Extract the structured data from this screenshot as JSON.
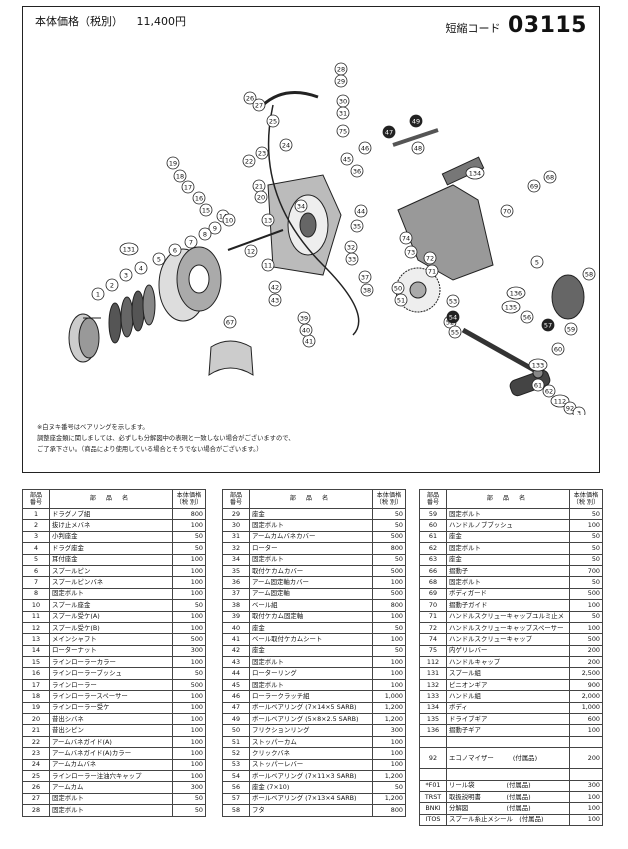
{
  "header": {
    "price_label": "本体価格（税別）",
    "price_value": "11,400円",
    "code_label": "短縮コード",
    "code_value": "03115"
  },
  "notes": [
    "※白ヌキ番号はベアリングを示します。",
    "調整座金類に関しましては、必ずしも分解図中の表現と一致しない場合がございますので、",
    "ご了承下さい。（商品により使用している場合とそうでない場合がございます。）"
  ],
  "table_headers": {
    "no": [
      "部",
      "品",
      "番",
      "号"
    ],
    "name": "部 品 名",
    "price": [
      "本体価格",
      "（税 別）"
    ]
  },
  "diagram_labels": [
    "28",
    "29",
    "26",
    "27",
    "30",
    "31",
    "25",
    "75",
    "24",
    "23",
    "22",
    "47",
    "49",
    "48",
    "46",
    "45",
    "36",
    "34",
    "19",
    "18",
    "17",
    "16",
    "15",
    "21",
    "20",
    "14",
    "13",
    "10",
    "12",
    "11",
    "9",
    "8",
    "7",
    "6",
    "5",
    "4",
    "3",
    "2",
    "1",
    "131",
    "43",
    "42",
    "41",
    "40",
    "39",
    "38",
    "37",
    "33",
    "32",
    "35",
    "44",
    "69",
    "68",
    "70",
    "134",
    "74",
    "73",
    "72",
    "71",
    "50",
    "51",
    "53",
    "52",
    "54",
    "55",
    "135",
    "136",
    "5",
    "59",
    "58",
    "57",
    "56",
    "133",
    "60",
    "61",
    "62",
    "112",
    "92",
    "3",
    "67"
  ],
  "parts_col1": [
    {
      "no": "1",
      "name": "ドラグノブ組",
      "price": "800"
    },
    {
      "no": "2",
      "name": "抜け止メバネ",
      "price": "100"
    },
    {
      "no": "3",
      "name": "小判座金",
      "price": "50"
    },
    {
      "no": "4",
      "name": "ドラグ座金",
      "price": "50"
    },
    {
      "no": "5",
      "name": "耳付座金",
      "price": "100"
    },
    {
      "no": "6",
      "name": "スプールピン",
      "price": "100"
    },
    {
      "no": "7",
      "name": "スプールピンバネ",
      "price": "100"
    },
    {
      "no": "8",
      "name": "固定ボルト",
      "price": "100"
    },
    {
      "no": "10",
      "name": "スプール座金",
      "price": "50"
    },
    {
      "no": "11",
      "name": "スプール受ケ(A)",
      "price": "100"
    },
    {
      "no": "12",
      "name": "スプール受ケ(B)",
      "price": "100"
    },
    {
      "no": "13",
      "name": "メインシャフト",
      "price": "500"
    },
    {
      "no": "14",
      "name": "ローターナット",
      "price": "300"
    },
    {
      "no": "15",
      "name": "ラインローラーカラー",
      "price": "100"
    },
    {
      "no": "16",
      "name": "ラインローラーブッシュ",
      "price": "50"
    },
    {
      "no": "17",
      "name": "ラインローラー",
      "price": "500"
    },
    {
      "no": "18",
      "name": "ラインローラースペーサー",
      "price": "100"
    },
    {
      "no": "19",
      "name": "ラインローラー受ケ",
      "price": "100"
    },
    {
      "no": "20",
      "name": "昔出シバネ",
      "price": "100"
    },
    {
      "no": "21",
      "name": "昔出シピン",
      "price": "100"
    },
    {
      "no": "22",
      "name": "アームバネガイド(A)",
      "price": "100"
    },
    {
      "no": "23",
      "name": "アームバネガイド(A)カラー",
      "price": "100"
    },
    {
      "no": "24",
      "name": "アームカムバネ",
      "price": "100"
    },
    {
      "no": "25",
      "name": "ラインローラー注油穴キャップ",
      "price": "100"
    },
    {
      "no": "26",
      "name": "アームカム",
      "price": "300"
    },
    {
      "no": "27",
      "name": "固定ボルト",
      "price": "50"
    },
    {
      "no": "28",
      "name": "固定ボルト",
      "price": "50"
    }
  ],
  "parts_col2": [
    {
      "no": "29",
      "name": "座金",
      "price": "50"
    },
    {
      "no": "30",
      "name": "固定ボルト",
      "price": "50"
    },
    {
      "no": "31",
      "name": "アームカムバネカバー",
      "price": "500"
    },
    {
      "no": "32",
      "name": "ローター",
      "price": "800"
    },
    {
      "no": "34",
      "name": "固定ボルト",
      "price": "50"
    },
    {
      "no": "35",
      "name": "取付ケカムカバー",
      "price": "500"
    },
    {
      "no": "36",
      "name": "アーム固定軸カバー",
      "price": "100"
    },
    {
      "no": "37",
      "name": "アーム固定軸",
      "price": "500"
    },
    {
      "no": "38",
      "name": "ベール組",
      "price": "800"
    },
    {
      "no": "39",
      "name": "取付ケカム固定軸",
      "price": "100"
    },
    {
      "no": "40",
      "name": "座金",
      "price": "50"
    },
    {
      "no": "41",
      "name": "ベール取付ケカムシート",
      "price": "100"
    },
    {
      "no": "42",
      "name": "座金",
      "price": "50"
    },
    {
      "no": "43",
      "name": "固定ボルト",
      "price": "100"
    },
    {
      "no": "44",
      "name": "ローターリング",
      "price": "100"
    },
    {
      "no": "45",
      "name": "固定ボルト",
      "price": "100"
    },
    {
      "no": "46",
      "name": "ローラークラッチ組",
      "price": "1,000"
    },
    {
      "no": "47",
      "name": "ボールベアリング (7×14×5 SARB)",
      "price": "1,200"
    },
    {
      "no": "49",
      "name": "ボールベアリング (5×8×2.5 SARB)",
      "price": "1,200"
    },
    {
      "no": "50",
      "name": "フリクションリング",
      "price": "300"
    },
    {
      "no": "51",
      "name": "ストッパーカム",
      "price": "100"
    },
    {
      "no": "52",
      "name": "クリックバネ",
      "price": "100"
    },
    {
      "no": "53",
      "name": "ストッパーレバー",
      "price": "100"
    },
    {
      "no": "54",
      "name": "ボールベアリング (7×11×3 SARB)",
      "price": "1,200"
    },
    {
      "no": "56",
      "name": "座金 (7×10)",
      "price": "50"
    },
    {
      "no": "57",
      "name": "ボールベアリング (7×13×4 SARB)",
      "price": "1,200"
    },
    {
      "no": "58",
      "name": "フタ",
      "price": "800"
    }
  ],
  "parts_col3": [
    {
      "no": "59",
      "name": "固定ボルト",
      "price": "50"
    },
    {
      "no": "60",
      "name": "ハンドルノブブッシュ",
      "price": "100"
    },
    {
      "no": "61",
      "name": "座金",
      "price": "50"
    },
    {
      "no": "62",
      "name": "固定ボルト",
      "price": "50"
    },
    {
      "no": "63",
      "name": "座金",
      "price": "50"
    },
    {
      "no": "66",
      "name": "摺動子",
      "price": "700"
    },
    {
      "no": "68",
      "name": "固定ボルト",
      "price": "50"
    },
    {
      "no": "69",
      "name": "ボディガード",
      "price": "500"
    },
    {
      "no": "70",
      "name": "摺動子ガイド",
      "price": "100"
    },
    {
      "no": "71",
      "name": "ハンドルスクリューキャップユルミ止メ",
      "price": "50"
    },
    {
      "no": "72",
      "name": "ハンドルスクリューキャップスペーサー",
      "price": "100"
    },
    {
      "no": "74",
      "name": "ハンドルスクリューキャップ",
      "price": "500"
    },
    {
      "no": "75",
      "name": "内ゲリレバー",
      "price": "200"
    },
    {
      "no": "112",
      "name": "ハンドルキャップ",
      "price": "200"
    },
    {
      "no": "131",
      "name": "スプール組",
      "price": "2,500"
    },
    {
      "no": "132",
      "name": "ピニオンギア",
      "price": "900"
    },
    {
      "no": "133",
      "name": "ハンドル組",
      "price": "2,000"
    },
    {
      "no": "134",
      "name": "ボディ",
      "price": "1,000"
    },
    {
      "no": "135",
      "name": "ドライブギア",
      "price": "600"
    },
    {
      "no": "136",
      "name": "摺動子ギア",
      "price": "100"
    },
    {
      "no": "",
      "name": "",
      "price": ""
    },
    {
      "no": "92",
      "name": "エコノマイザー　　　(付属品)",
      "price": "200",
      "tall": true
    },
    {
      "no": "",
      "name": "",
      "price": ""
    },
    {
      "no": "*F01",
      "name": "リール袋　　　　　(付属品)",
      "price": "300"
    },
    {
      "no": "TRST",
      "name": "取扱説明書　　　　(付属品)",
      "price": "100"
    },
    {
      "no": "BNKI",
      "name": "分解図　　　　　　(付属品)",
      "price": "100"
    },
    {
      "no": "ITOS",
      "name": "スプール糸止メシール　(付属品)",
      "price": "100"
    }
  ]
}
